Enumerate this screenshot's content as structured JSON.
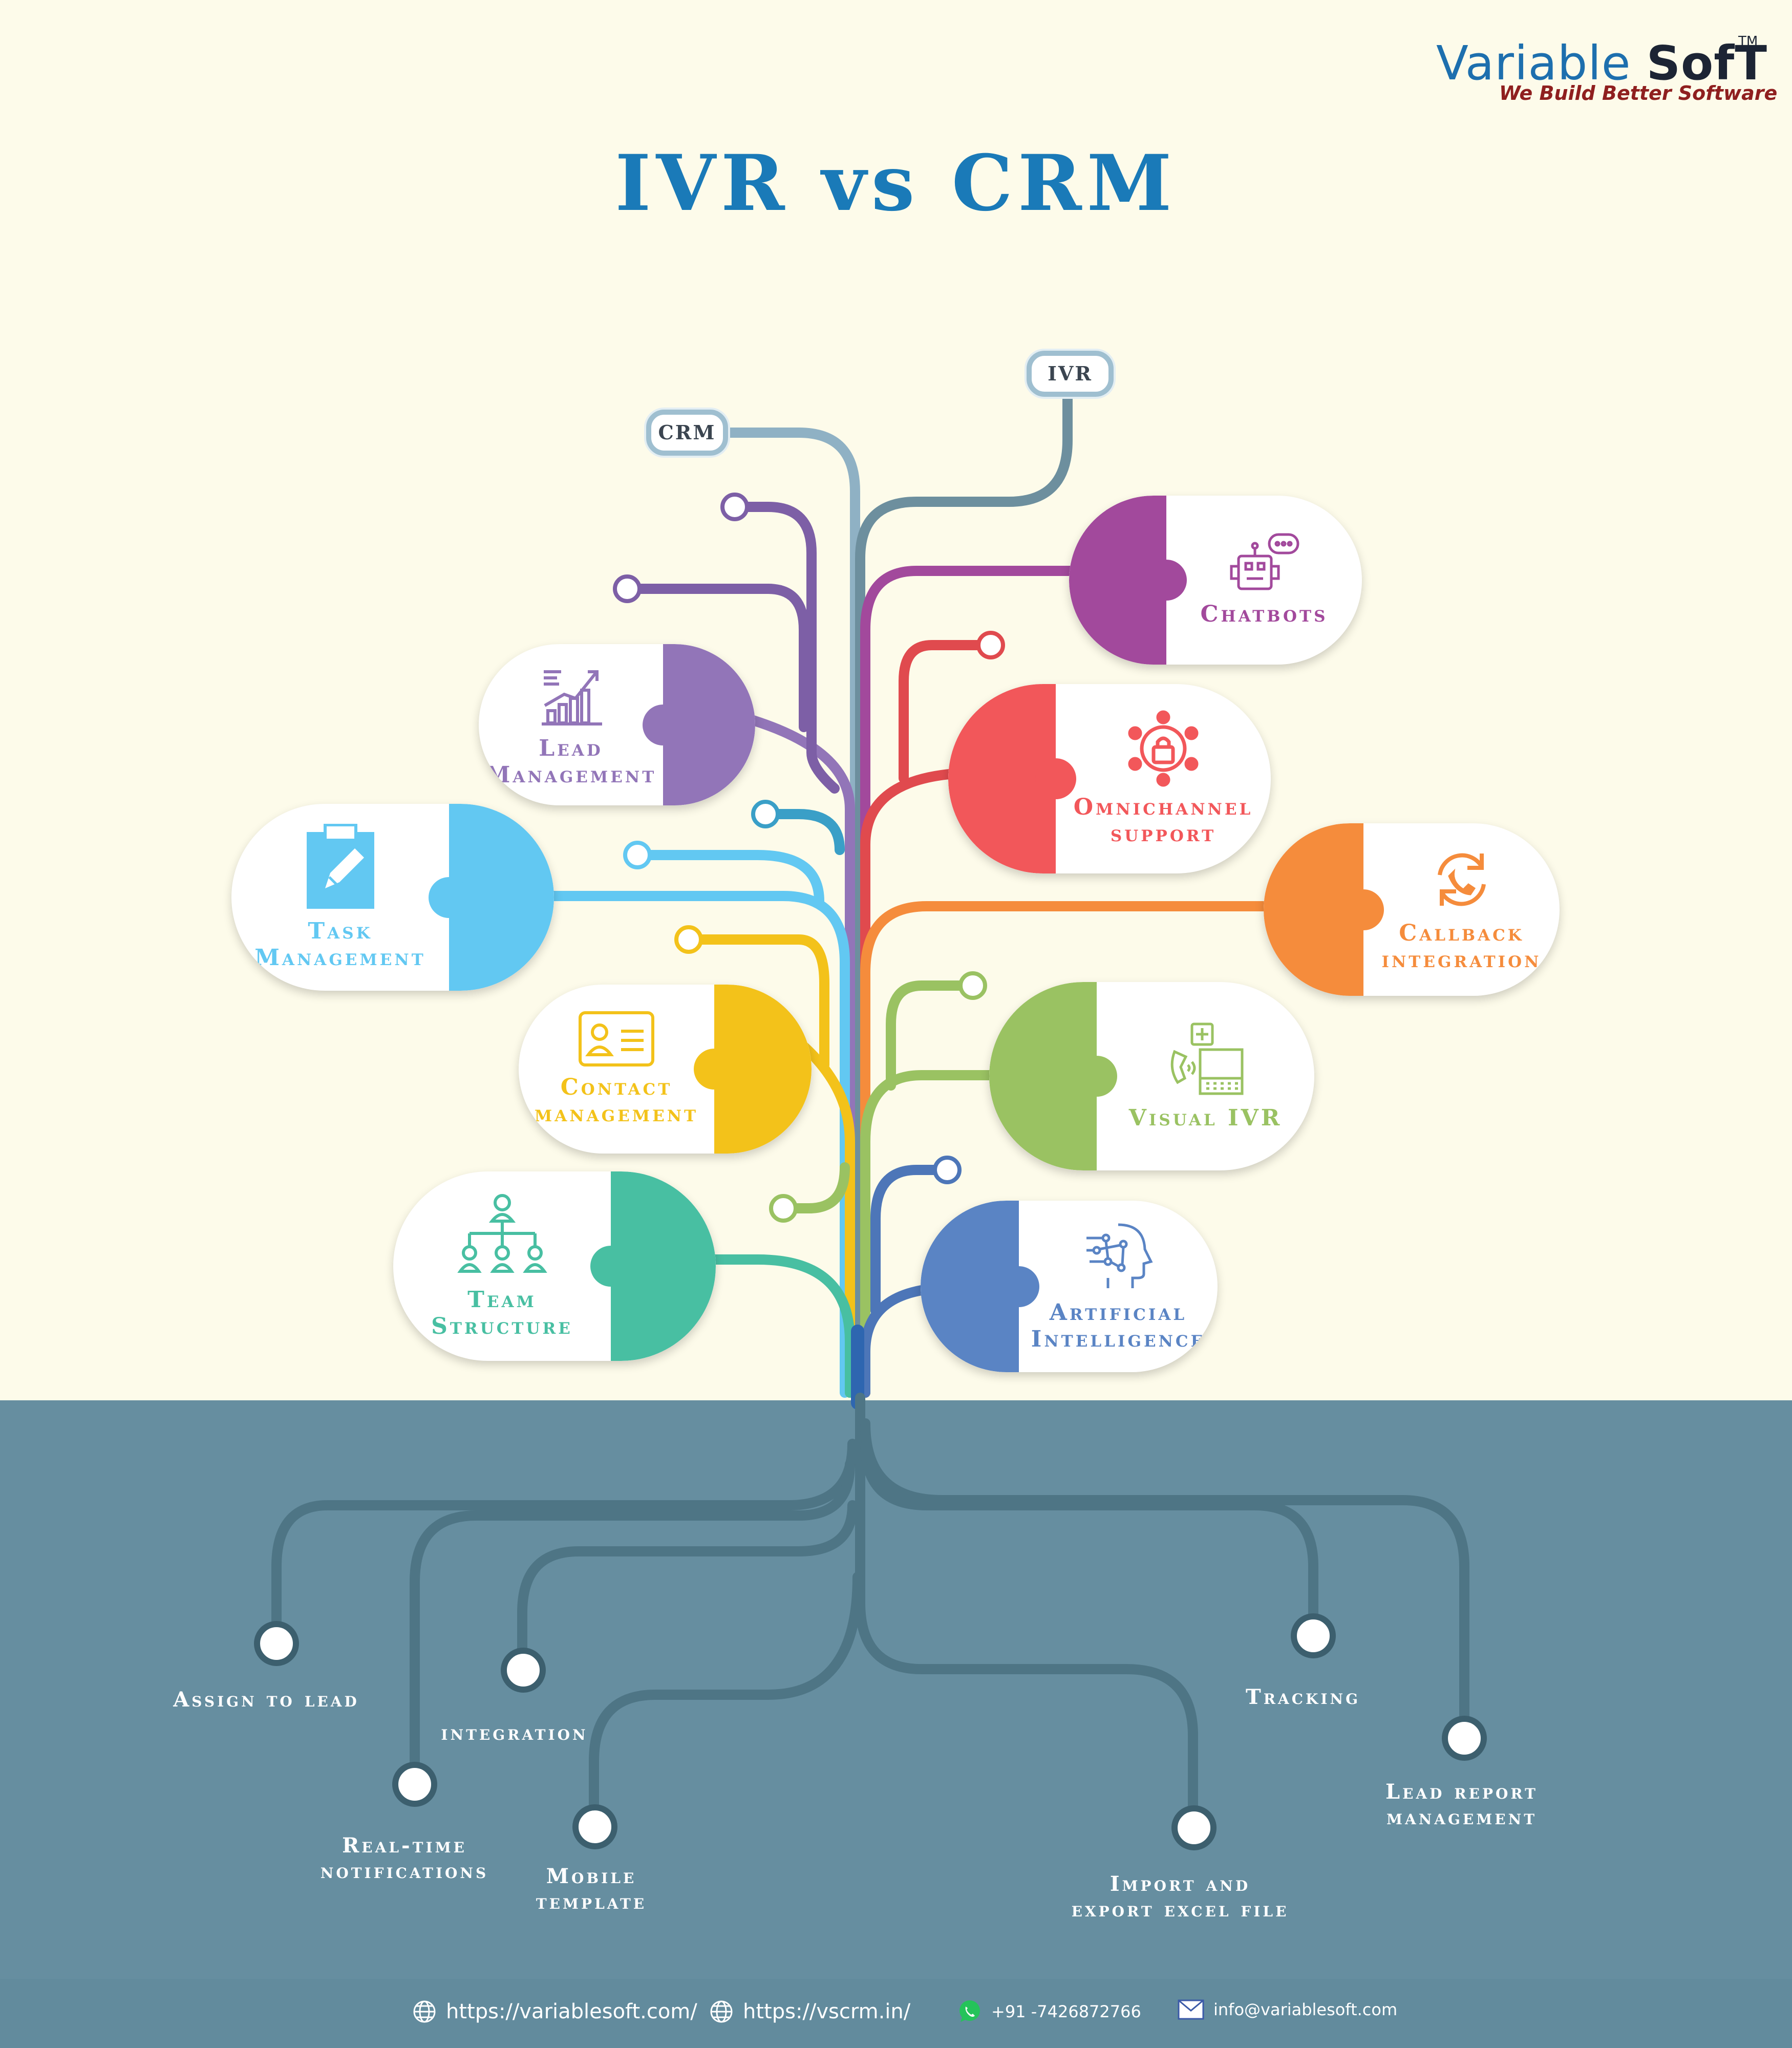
{
  "brand": {
    "name_primary": "Variable",
    "name_secondary": "SofT",
    "trademark": "TM",
    "tagline": "We Build Better Software"
  },
  "title": "IVR vs CRM",
  "tags": {
    "crm": "CRM",
    "ivr": "IVR"
  },
  "crm_features": [
    {
      "label": "Lead\nManagement",
      "color": "#9275b8",
      "icon": "growth-chart-icon"
    },
    {
      "label": "Task\nManagement",
      "color": "#62c8f2",
      "icon": "clipboard-pencil-icon"
    },
    {
      "label": "Contact\nmanagement",
      "color": "#f3c21a",
      "icon": "contact-card-icon"
    },
    {
      "label": "Team\nStructure",
      "color": "#48bfa2",
      "icon": "org-chart-icon"
    }
  ],
  "ivr_features": [
    {
      "label": "Chatbots",
      "color": "#a2499c",
      "icon": "robot-chat-icon"
    },
    {
      "label": "Omnichannel\nsupport",
      "color": "#f2575a",
      "icon": "network-lock-icon"
    },
    {
      "label": "Callback\nintegration",
      "color": "#f58c3c",
      "icon": "refresh-phone-icon"
    },
    {
      "label": "Visual IVR",
      "color": "#9ac262",
      "icon": "visual-ivr-icon"
    },
    {
      "label": "Artificial\nIntelligence",
      "color": "#5a84c4",
      "icon": "ai-head-icon"
    }
  ],
  "root_features": [
    {
      "label": "Assign to lead"
    },
    {
      "label": "Real-time\nnotifications"
    },
    {
      "label": "integration"
    },
    {
      "label": "Mobile\ntemplate"
    },
    {
      "label": "Import and\nexport excel file"
    },
    {
      "label": "Tracking"
    },
    {
      "label": "Lead report\nmanagement"
    }
  ],
  "footer": {
    "website": "https://variablesoft.com/",
    "crm_site": "https://vscrm.in/",
    "phone": "+91 -7426872766",
    "email": "info@variablesoft.com"
  },
  "colors": {
    "background": "#fdfbea",
    "ground": "#668ea0",
    "title": "#1a7ab8",
    "root_branch": "#4e7585"
  }
}
